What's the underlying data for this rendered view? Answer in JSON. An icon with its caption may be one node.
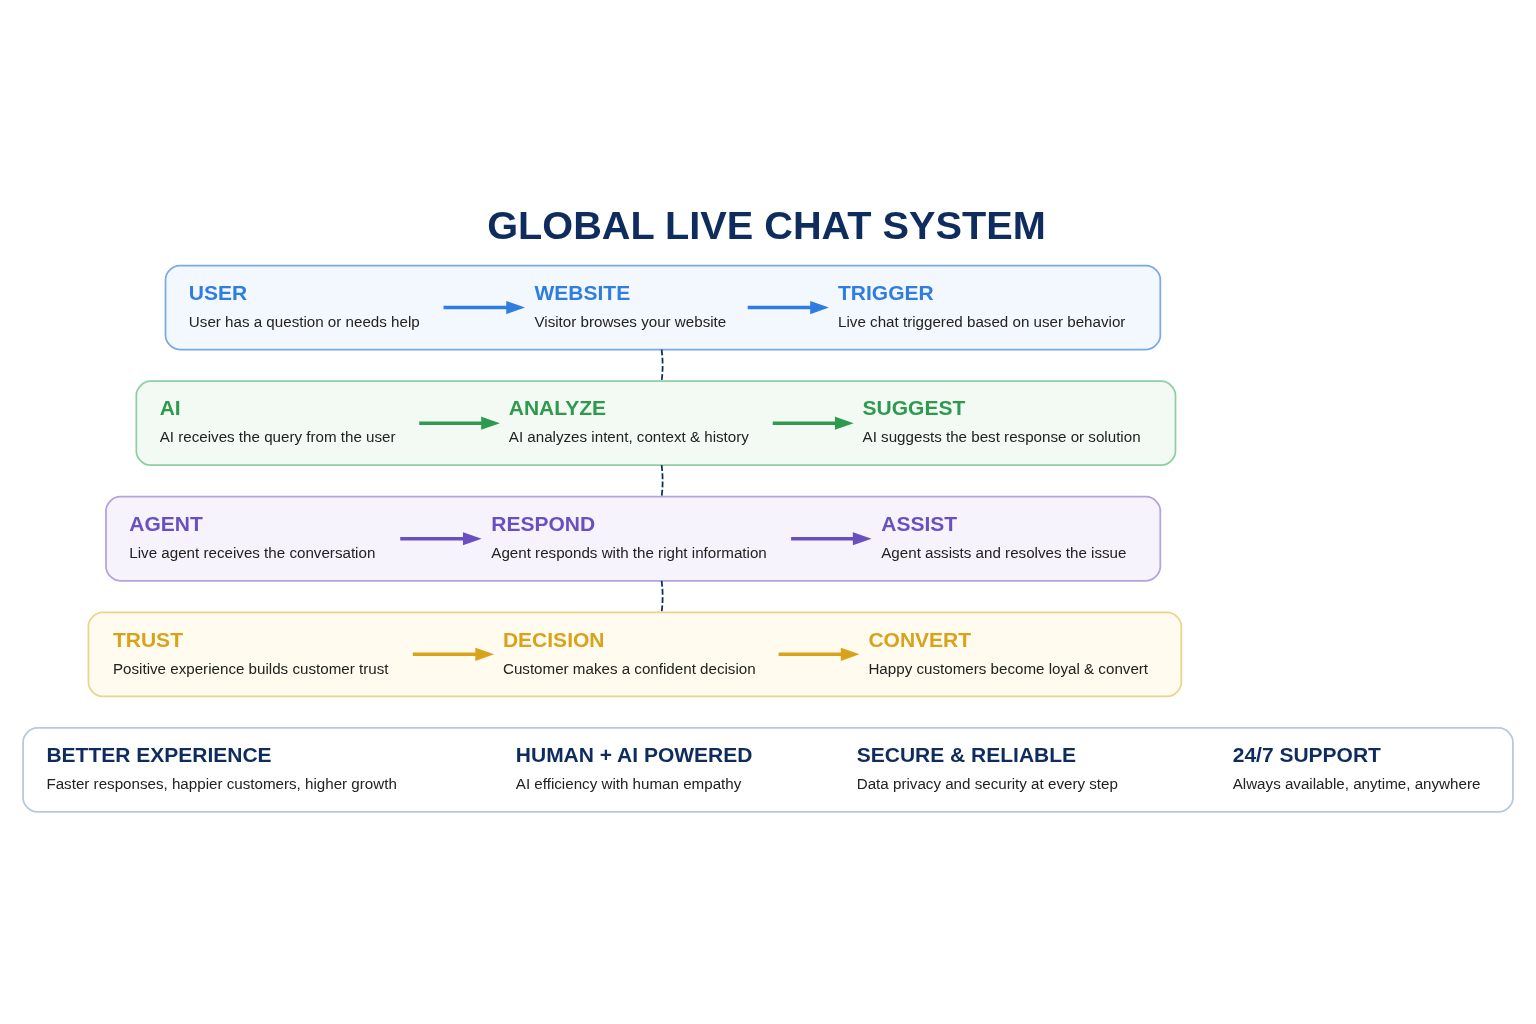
{
  "diagram": {
    "title": "GLOBAL LIVE CHAT SYSTEM",
    "nodes": [
      {
        "text": [],
        "shape": "box"
      },
      {
        "text": [
          "USER",
          "User has a question or needs help"
        ],
        "in": 0
      },
      {
        "text": [
          "WEBSITE",
          "Visitor browses your website"
        ],
        "in": 0
      },
      {
        "text": [
          "TRIGGER",
          "Live chat triggered based on user behavior"
        ],
        "in": 0
      },
      {
        "text": [],
        "shape": "box"
      },
      {
        "text": [
          "AI",
          "AI receives the query from the user"
        ],
        "in": 4
      },
      {
        "text": [
          "ANALYZE",
          "AI analyzes intent, context & history"
        ],
        "in": 4
      },
      {
        "text": [
          "SUGGEST",
          "AI suggests the best response or solution"
        ],
        "in": 4
      },
      {
        "text": [],
        "shape": "box"
      },
      {
        "text": [
          "AGENT",
          "Live agent receives the conversation"
        ],
        "in": 8
      },
      {
        "text": [
          "RESPOND",
          "Agent responds with the right information"
        ],
        "in": 8
      },
      {
        "text": [
          "ASSIST",
          "Agent assists and resolves the issue"
        ],
        "in": 8
      },
      {
        "text": [],
        "shape": "box"
      },
      {
        "text": [
          "TRUST",
          "Positive experience builds customer trust"
        ],
        "in": 12
      },
      {
        "text": [
          "DECISION",
          "Customer makes a confident decision"
        ],
        "in": 12
      },
      {
        "text": [
          "CONVERT",
          "Happy customers become loyal & convert"
        ],
        "in": 12
      },
      {
        "text": [],
        "shape": "box"
      },
      {
        "text": [
          "24/7 SUPPORT",
          "Always available, anytime, anywhere"
        ],
        "in": 16
      },
      {
        "text": [
          "SECURE & RELIABLE",
          "Data privacy and security at every step"
        ],
        "in": 16
      },
      {
        "text": [
          "HUMAN + AI POWERED",
          "AI efficiency with human empathy"
        ],
        "in": 16
      },
      {
        "text": [
          "BETTER EXPERIENCE",
          "Faster responses, happier customers, higher growth"
        ],
        "in": 16
      }
    ],
    "edges": [
      {
        "from": 1,
        "to": 2,
        "arrow": "to",
        "color": "#2f7de1"
      },
      {
        "from": 2,
        "to": 3,
        "arrow": "to",
        "color": "#2f7de1"
      },
      {
        "from": 0,
        "to": 4,
        "arrow": "none",
        "style": "dashed"
      },
      {
        "from": 5,
        "to": 6,
        "arrow": "to",
        "color": "#2e9a4e"
      },
      {
        "from": 6,
        "to": 7,
        "arrow": "to",
        "color": "#2e9a4e"
      },
      {
        "from": 4,
        "to": 8,
        "arrow": "none",
        "style": "dashed"
      },
      {
        "from": 9,
        "to": 10,
        "arrow": "to",
        "color": "#6a4fc0"
      },
      {
        "from": 10,
        "to": 11,
        "arrow": "to",
        "color": "#6a4fc0"
      },
      {
        "from": 8,
        "to": 12,
        "arrow": "none",
        "style": "dashed"
      },
      {
        "from": 13,
        "to": 14,
        "arrow": "to",
        "color": "#d9a21b"
      },
      {
        "from": 14,
        "to": 15,
        "arrow": "to",
        "color": "#d9a21b"
      }
    ]
  }
}
